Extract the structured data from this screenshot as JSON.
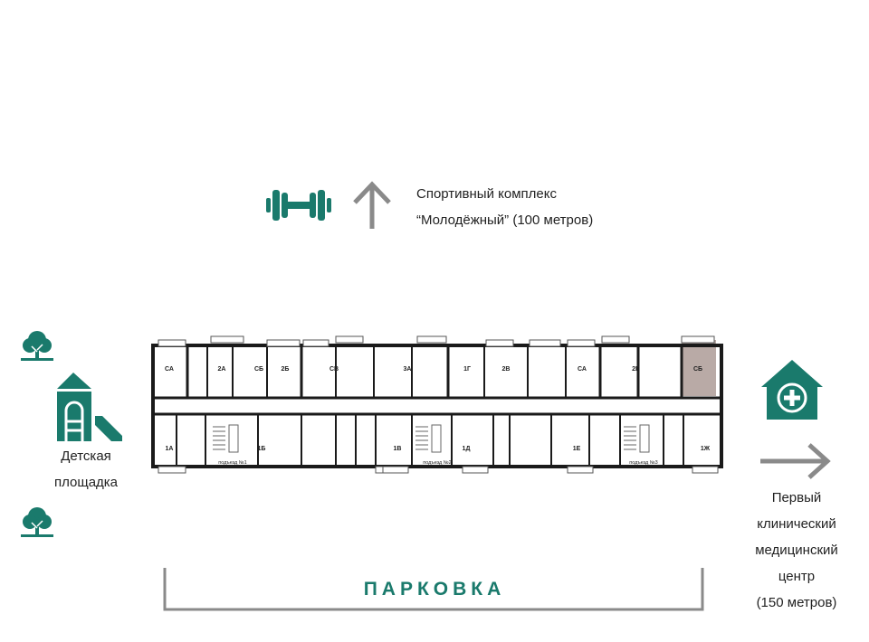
{
  "colors": {
    "accent": "#1a7a6c",
    "arrow": "#8a8a8a",
    "wall": "#1a1a1a",
    "highlight": "#b9aaa6"
  },
  "sport": {
    "line1": "Спортивный комплекс",
    "line2": "“Молодёжный” (100 метров)",
    "icon": "dumbbell-icon"
  },
  "playground": {
    "line1": "Детская",
    "line2": "площадка",
    "icon": "playground-slide-icon"
  },
  "medical": {
    "line1": "Первый",
    "line2": "клинический",
    "line3": "медицинский",
    "line4": "центр",
    "line5": "(150 метров)",
    "icon": "medical-house-icon"
  },
  "parking": {
    "label": "ПАРКОВКА"
  },
  "plan": {
    "top_units": [
      "СА",
      "2А",
      "СБ",
      "2Б",
      "СВ",
      "3А",
      "1Г",
      "2В",
      "СА",
      "2Г",
      "СБ"
    ],
    "bottom_units": [
      "1А",
      "1Б",
      "1В",
      "1Д",
      "1Е",
      "1Ж"
    ],
    "entrances": [
      "подъезд №1",
      "подъезд №2",
      "подъезд №3"
    ]
  }
}
